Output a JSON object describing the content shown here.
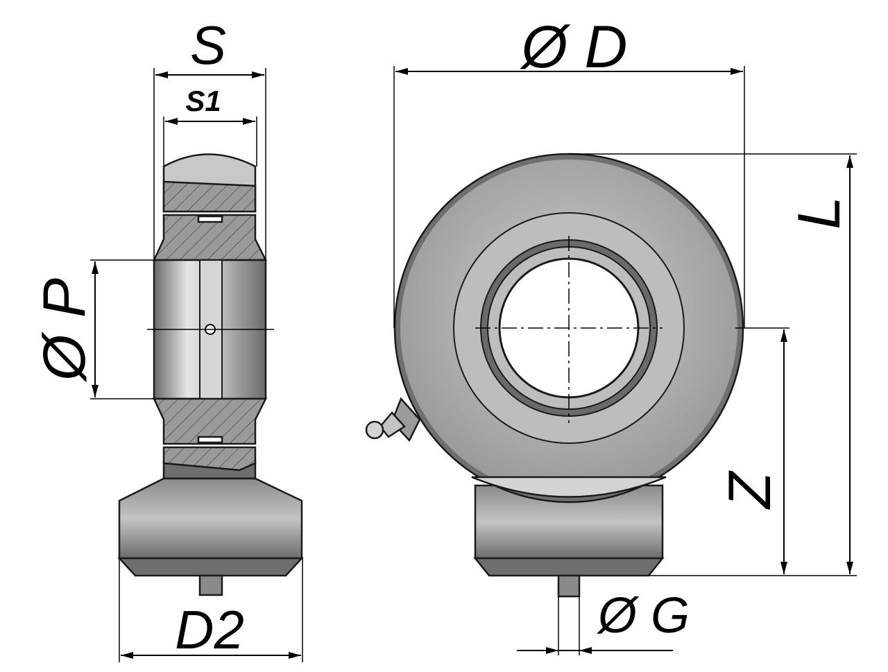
{
  "drawing": {
    "title": "Hydraulic rod end with weld-on base - dimensional drawing",
    "labels": {
      "S": "S",
      "S1": "S1",
      "D": "Ø D",
      "P": "Ø P",
      "L": "L",
      "Z": "Z",
      "D2": "D2",
      "G": "Ø G"
    },
    "colors": {
      "body_dark": "#6e6e6e",
      "body_mid": "#a9a9a9",
      "body_light": "#d4d4d4",
      "line": "#000000"
    }
  }
}
